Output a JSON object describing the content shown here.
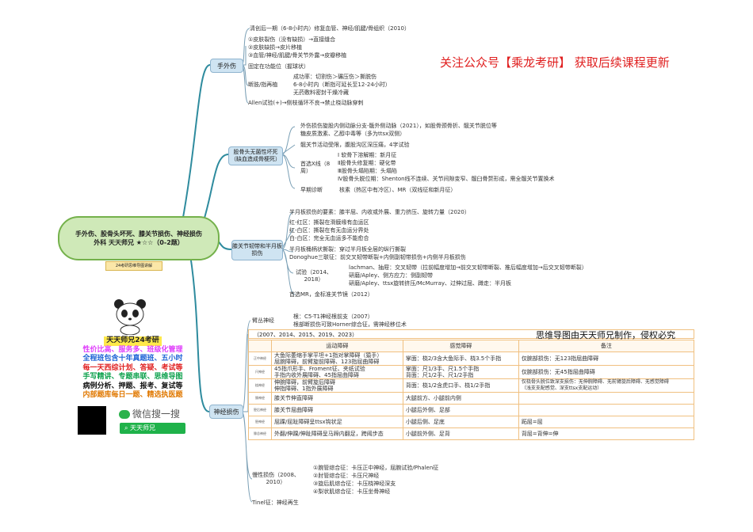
{
  "central": {
    "line1": "手外伤、股骨头坏死、膝关节损伤、神经损伤",
    "line2": "外科 天天师兄 ★☆☆（0-2题）"
  },
  "tag": "24考研思维导图讲解",
  "promo": "关注公众号【乘龙考研】 获取后续课程更新",
  "copyright": "思维导图由天天师兄制作，侵权必究",
  "branches": {
    "hand": "手外伤",
    "femoral": "股骨头无菌性坏死（缺血造成骨梗死）",
    "knee": "膝关节韧带和半月板损伤",
    "nerve": "神经损伤"
  },
  "hand": [
    "清创后一期（6-8小时内）修复血管、神经/肌腱/骨组织（2010）",
    "①皮肤裂伤（没有缺损）→直接缝合",
    "②皮肤缺损→皮片移植",
    "③血管/神经/肌腱/骨关节外露→皮瓣移植",
    "固定在功能位（握球状）",
    "断肢/指再植",
    "成功率：切割伤＞碾压伤＞撕脱伤",
    "6-8小时内（断指可延长至12-24小时）",
    "无药敷料密封干燥冷藏",
    "Allen试验(+)→侧枝循环不良→禁止桡动脉穿刺"
  ],
  "femoral": [
    "外伤损伤旋股内侧动脉分支-骺外侧动脉（2021），如股骨颈骨折、髋关节脱位等",
    "糖皮质激素、乙醇中毒等（多为ttsx双侧）",
    "髋关节活动受限，腹股沟区深压痛，4字试验",
    "首选X线（8周）",
    "Ⅰ 软骨下溶解期：新月征",
    "Ⅱ股骨头修复期：硬化带",
    "Ⅲ股骨头塌陷期：头塌陷",
    "Ⅳ股骨头脱位期：Shenton线不连续、关节间隙变窄、髋臼骨赘形成，需全髋关节置换术",
    "早期诊断",
    "核素（热区中有冷区）、MR（双线征和新月征）"
  ],
  "knee": [
    "半月板损伤的要素：膝半屈、内收或外展、重力挤压、旋转力量（2020）",
    "红-红区：撕裂在滑膜缘有血运区",
    "红-白区：撕裂在有无血运分界处",
    "白-白区：完全无血运多不能愈合",
    "半月板桶柄状撕裂：穿过半月板全层的纵行撕裂",
    "Donoghue三联征：前交叉韧带断裂+内侧副韧带损伤+内侧半月板损伤",
    "试验（2014、2018）",
    "lachman、抽屉：交叉韧带（拉前幅度增加→前交叉韧带断裂、推后幅度增加→后交叉韧带断裂）",
    "研磨/Apley、侧方应力：侧副韧带",
    "研磨/Apley、ttsx旋转挤压/McMurray、过伸过屈、蹲走：半月板",
    "首选MR，金标准关节镜（2012）"
  ],
  "nerve_top": {
    "label": "臂丛神经",
    "line1": "根：C5-T1神经根前支（2007）",
    "line2": "根部断损伤可致Horner综合征，需神经移位术"
  },
  "years": "（2007、2014、2015、2019、2023）",
  "table": {
    "headers": [
      "",
      "运动障碍",
      "感觉障碍",
      "备注"
    ],
    "rows": [
      [
        "正中神经",
        "大鱼际萎缩手掌平坦+1指对掌障碍（猿手）\n屈腕障碍，前臂旋前障碍、123指屈曲障碍",
        "掌面：桡2/3含大鱼际手、桡3.5个手指",
        "仅腕部损伤：无123指屈曲障碍"
      ],
      [
        "尺神经",
        "45指爪形手、Froment征、夹纸试验\n手指内收外展障碍、45指屈曲障碍",
        "掌面：尺1/3手、尺1.5个手指\n背面：尺1/2手、尺1/2手指",
        "仅腕部损伤：无45指屈曲障碍"
      ],
      [
        "桡神经",
        "伸腕障碍，前臂旋后障碍\n伸指障碍、1指外展障碍",
        "背面：桡1/2含虎口手、桡1/2手指",
        "仅桡骨头脱位致深支损伤：无伸腕障碍、无前臂旋后障碍、无感觉障碍\n（浅支支配感觉、深支ttsx支配运动）"
      ],
      [
        "腓神经",
        "膝关节伸直障碍",
        "大腿前方、小腿前内侧",
        ""
      ],
      [
        "胫后神经",
        "膝关节屈曲障碍",
        "小腿后外侧、足部",
        ""
      ],
      [
        "胫神经",
        "屈踝/屈趾障碍呈ttsx钩状足",
        "小腿后侧、足底",
        "跖屈=屈"
      ],
      [
        "腓总神经",
        "外翻/伸踝/伸趾障碍呈马蹄内翻足，跨阈步态",
        "小腿前外侧、足背",
        "背屈=背伸=伸"
      ]
    ]
  },
  "chronic": {
    "label": "慢性损伤（2008、2010）",
    "items": [
      "①腕管综合征：卡压正中神经，屈腕试验/Phalen征",
      "②肘管综合征：卡压尺神经",
      "③旋后肌综合征：卡压桡神经深支",
      "④梨状肌综合征：卡压坐骨神经"
    ]
  },
  "tinel": "Tinel征：神经再生",
  "mascot": {
    "title": "天天师兄24考研",
    "lines": [
      "性价比高、服务多、班级化管理",
      "全程班包含十年真题班、五小时",
      "每一天西综计划、答疑、考试等",
      "手写精讲、专题串联、思维导图",
      "病例分析、押题、报考、复试等",
      "内部题库每日一题、精选执医题"
    ],
    "colors": [
      "#e040fb",
      "#1e63d6",
      "#e02020",
      "#0aa04a",
      "#111111",
      "#e07800"
    ]
  },
  "wechat": {
    "search_label": "微信搜一搜",
    "search_value": "天天师兄"
  },
  "colors": {
    "branch_line": "#2e8b9e",
    "central_fill": "#cfe9b8",
    "branch_fill": "#cfe4f2",
    "promo": "#e02020"
  }
}
